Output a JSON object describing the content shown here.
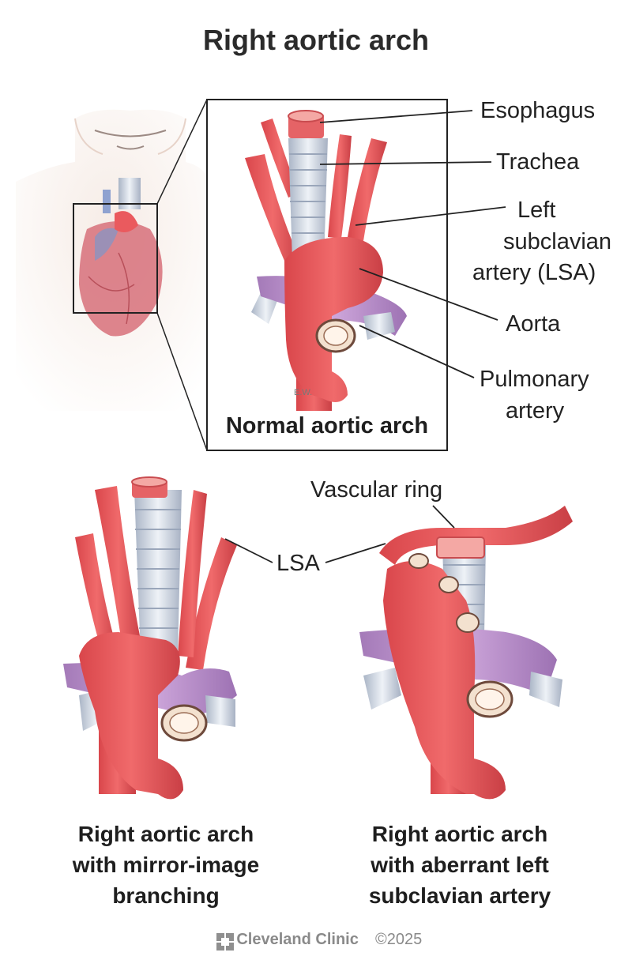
{
  "title": "Right aortic arch",
  "top_panel": {
    "caption": "Normal aortic arch",
    "artist_initials": "E.W.",
    "labels": {
      "esophagus": "Esophagus",
      "trachea": "Trachea",
      "lsa_line1": "Left",
      "lsa_line2": "subclavian",
      "lsa_line3": "artery (LSA)",
      "aorta": "Aorta",
      "pulmonary_line1": "Pulmonary",
      "pulmonary_line2": "artery"
    }
  },
  "bottom_left": {
    "caption_line1": "Right aortic arch",
    "caption_line2": "with mirror-image",
    "caption_line3": "branching",
    "label_lsa": "LSA"
  },
  "bottom_right": {
    "caption_line1": "Right aortic arch",
    "caption_line2": "with aberrant left",
    "caption_line3": "subclavian artery",
    "label_vascular_ring": "Vascular ring"
  },
  "footer": {
    "brand": "Cleveland Clinic",
    "copyright": "©2025"
  },
  "colors": {
    "artery": "#e9595c",
    "artery_dark": "#c43e43",
    "pulmonary": "#b98cc7",
    "trachea": "#c9d3e1",
    "skin": "#f3e6de"
  }
}
